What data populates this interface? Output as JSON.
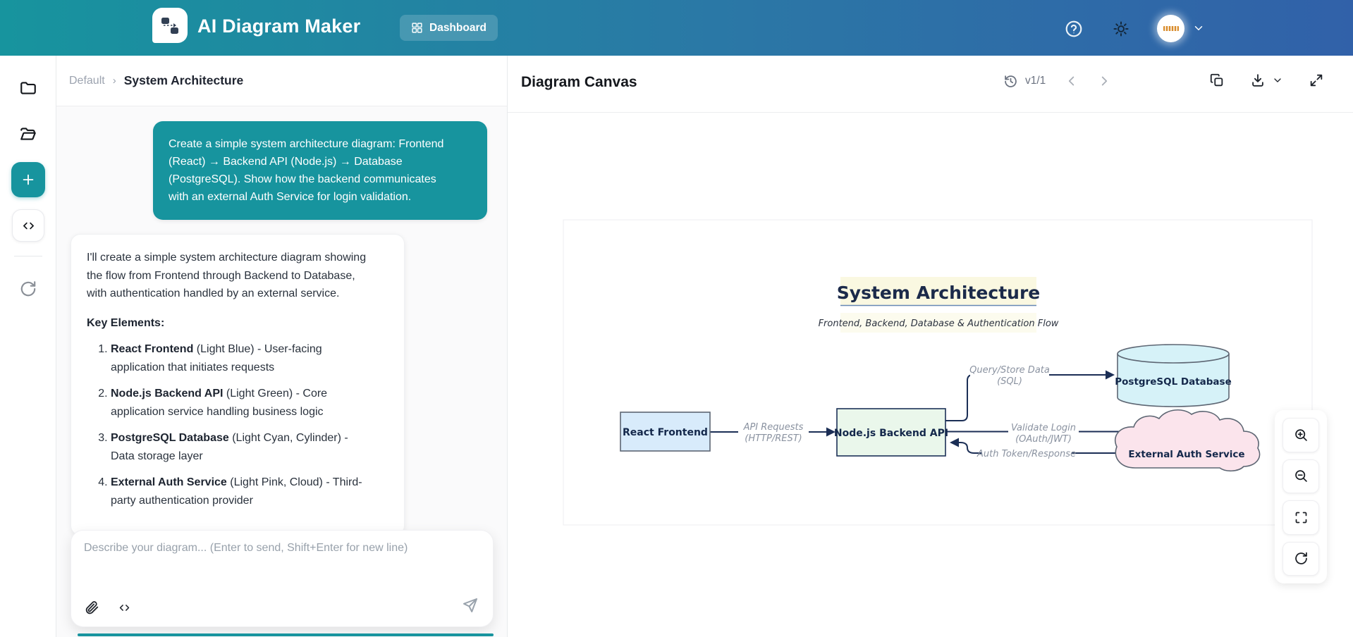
{
  "header": {
    "app_title": "AI Diagram Maker",
    "dashboard_label": "Dashboard"
  },
  "breadcrumb": {
    "folder": "Default",
    "separator": "›",
    "current": "System Architecture"
  },
  "chat": {
    "user_message": "Create a simple system architecture diagram: Frontend (React) → Backend API (Node.js) → Database (PostgreSQL). Show how the backend communicates with an external Auth Service for login validation.",
    "assistant": {
      "intro": "I'll create a simple system architecture diagram showing the flow from Frontend through Backend to Database, with authentication handled by an external service.",
      "heading": "Key Elements:",
      "items": [
        {
          "name": "React Frontend",
          "desc": " (Light Blue) - User-facing application that initiates requests"
        },
        {
          "name": "Node.js Backend API",
          "desc": " (Light Green) - Core application service handling business logic"
        },
        {
          "name": "PostgreSQL Database",
          "desc": " (Light Cyan, Cylinder) - Data storage layer"
        },
        {
          "name": "External Auth Service",
          "desc": " (Light Pink, Cloud) - Third-party authentication provider"
        }
      ]
    },
    "input": {
      "placeholder": "Describe your diagram... (Enter to send, Shift+Enter for new line)",
      "value": ""
    }
  },
  "canvas": {
    "title": "Diagram Canvas",
    "version": "v1/1",
    "diagram": {
      "title": "System Architecture",
      "subtitle": "Frontend, Backend, Database & Authentication Flow",
      "nodes": {
        "frontend": "React Frontend",
        "backend": "Node.js Backend API",
        "database": "PostgreSQL Database",
        "auth": "External Auth Service"
      },
      "edges": {
        "api_line1": "API Requests",
        "api_line2": "(HTTP/REST)",
        "query_line1": "Query/Store Data",
        "query_line2": "(SQL)",
        "validate_line1": "Validate Login",
        "validate_line2": "(OAuth/JWT)",
        "token": "Auth Token/Response"
      }
    }
  },
  "colors": {
    "accent_teal": "#17949e",
    "diagram_navy": "#1b2e55",
    "node_blue": "#d8ebfb",
    "node_green": "#eaf7eb",
    "node_cyan": "#d6f2f8",
    "node_pink": "#fbe4ec",
    "title_bg": "#faf8e1"
  }
}
